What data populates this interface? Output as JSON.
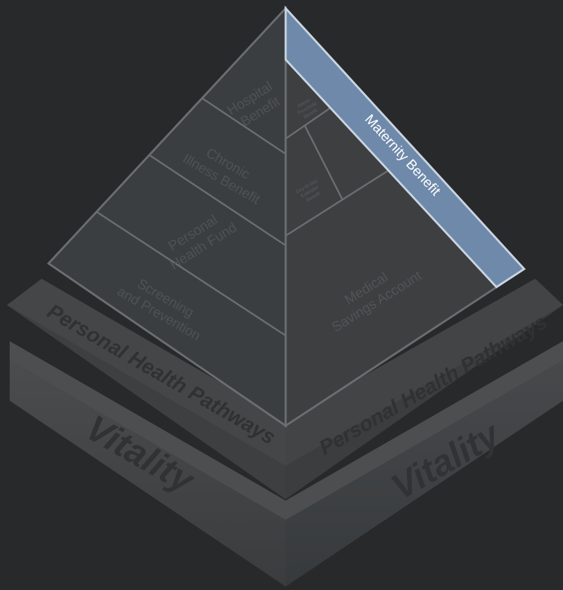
{
  "base": {
    "vitality_left": "Vitality",
    "vitality_right": "Vitality",
    "pathways_left": "Personal Health Pathways",
    "pathways_right": "Personal Health Pathways"
  },
  "pyramid_left": {
    "hospital_line1": "Hospital",
    "hospital_line2": "Benefit",
    "chronic_line1": "Chronic",
    "chronic_line2": "Illness Benefit",
    "phf_line1": "Personal",
    "phf_line2": "Health Fund",
    "screening_line1": "Screening",
    "screening_line2": "and Prevention"
  },
  "pyramid_right": {
    "above_threshold_line1": "Above",
    "above_threshold_line2": "Threshold",
    "above_threshold_line3": "Benefit",
    "day_to_day_line1": "Day-to-day",
    "day_to_day_line2": "Extender",
    "day_to_day_line3": "Benefit",
    "msa_line1": "Medical",
    "msa_line2": "Savings Account",
    "maternity": "Maternity Benefit"
  },
  "colors": {
    "background": "#28292b",
    "highlight": "#6e89aa",
    "highlight_text": "#ffffff"
  }
}
